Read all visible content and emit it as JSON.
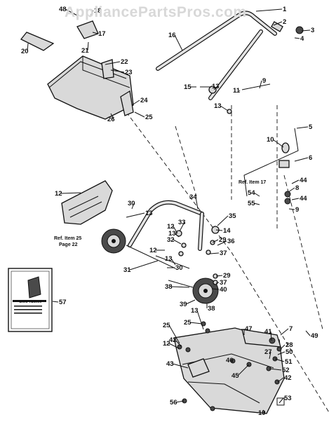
{
  "watermark": "AppliancePartsPros.com",
  "manual": {
    "brand": "CRAFTSMAN"
  },
  "callouts": [
    {
      "label": "1"
    },
    {
      "label": "2"
    },
    {
      "label": "3"
    },
    {
      "label": "4"
    },
    {
      "label": "5"
    },
    {
      "label": "6"
    },
    {
      "label": "7"
    },
    {
      "label": "8"
    },
    {
      "label": "9"
    },
    {
      "label": "9"
    },
    {
      "label": "10"
    },
    {
      "label": "11"
    },
    {
      "label": "12"
    },
    {
      "label": "12"
    },
    {
      "label": "12"
    },
    {
      "label": "12"
    },
    {
      "label": "13"
    },
    {
      "label": "13"
    },
    {
      "label": "13"
    },
    {
      "label": "13"
    },
    {
      "label": "13"
    },
    {
      "label": "13"
    },
    {
      "label": "14"
    },
    {
      "label": "15"
    },
    {
      "label": "16"
    },
    {
      "label": "17"
    },
    {
      "label": "18"
    },
    {
      "label": "19"
    },
    {
      "label": "20"
    },
    {
      "label": "21"
    },
    {
      "label": "22"
    },
    {
      "label": "23"
    },
    {
      "label": "24"
    },
    {
      "label": "25"
    },
    {
      "label": "25"
    },
    {
      "label": "25"
    },
    {
      "label": "26"
    },
    {
      "label": "27"
    },
    {
      "label": "28"
    },
    {
      "label": "29"
    },
    {
      "label": "29"
    },
    {
      "label": "30"
    },
    {
      "label": "30"
    },
    {
      "label": "31"
    },
    {
      "label": "32"
    },
    {
      "label": "33"
    },
    {
      "label": "34"
    },
    {
      "label": "35"
    },
    {
      "label": "36"
    },
    {
      "label": "37"
    },
    {
      "label": "37"
    },
    {
      "label": "38"
    },
    {
      "label": "38"
    },
    {
      "label": "39"
    },
    {
      "label": "40"
    },
    {
      "label": "41"
    },
    {
      "label": "42"
    },
    {
      "label": "42"
    },
    {
      "label": "43"
    },
    {
      "label": "44"
    },
    {
      "label": "44"
    },
    {
      "label": "45"
    },
    {
      "label": "46"
    },
    {
      "label": "47"
    },
    {
      "label": "48"
    },
    {
      "label": "49"
    },
    {
      "label": "50"
    },
    {
      "label": "51"
    },
    {
      "label": "52"
    },
    {
      "label": "53"
    },
    {
      "label": "54"
    },
    {
      "label": "55"
    },
    {
      "label": "56"
    },
    {
      "label": "57"
    }
  ],
  "references": [
    {
      "line1": "Ref. Item 17"
    },
    {
      "line1": "Ref. Item 25",
      "line2": "Page 22"
    }
  ]
}
